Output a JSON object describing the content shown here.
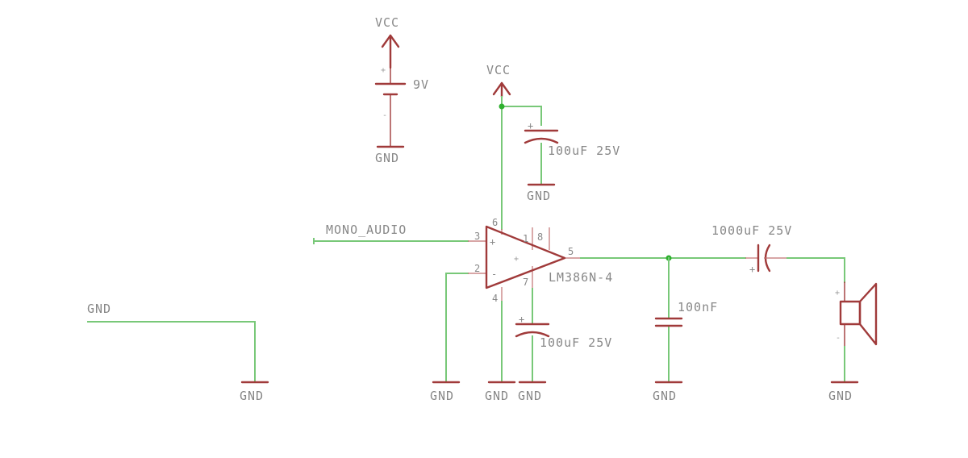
{
  "labels": {
    "vcc_battery": "VCC",
    "vcc_amp": "VCC",
    "battery_value": "9V",
    "battery_plus": "+",
    "battery_minus": "-",
    "input_net": "MONO_AUDIO",
    "gnd_net": "GND",
    "amp_name": "LM386N-4",
    "pin_3": "3",
    "pin_2": "2",
    "pin_6": "6",
    "pin_4": "4",
    "pin_5": "5",
    "pin_8": "8",
    "pin_1": "1",
    "pin_7": "7",
    "amp_plus": "+",
    "amp_minus": "-",
    "cap_supply_value": "100uF 25V",
    "cap_bypass_value": "100uF 25V",
    "cap_filter_value": "100nF",
    "cap_output_value": "1000uF 25V",
    "cap_plus": "+",
    "speaker_plus": "+",
    "speaker_minus": "-",
    "gnd_battery": "GND",
    "gnd_cap_supply": "GND",
    "gnd_input": "GND",
    "gnd_amp_in_minus": "GND",
    "gnd_amp_pin4": "GND",
    "gnd_cap_bypass": "GND",
    "gnd_filter": "GND",
    "gnd_speaker": "GND"
  },
  "colors": {
    "wire": "#78c878",
    "symbol": "#a03a3a",
    "junction": "#2fb02f",
    "label": "#888888"
  }
}
